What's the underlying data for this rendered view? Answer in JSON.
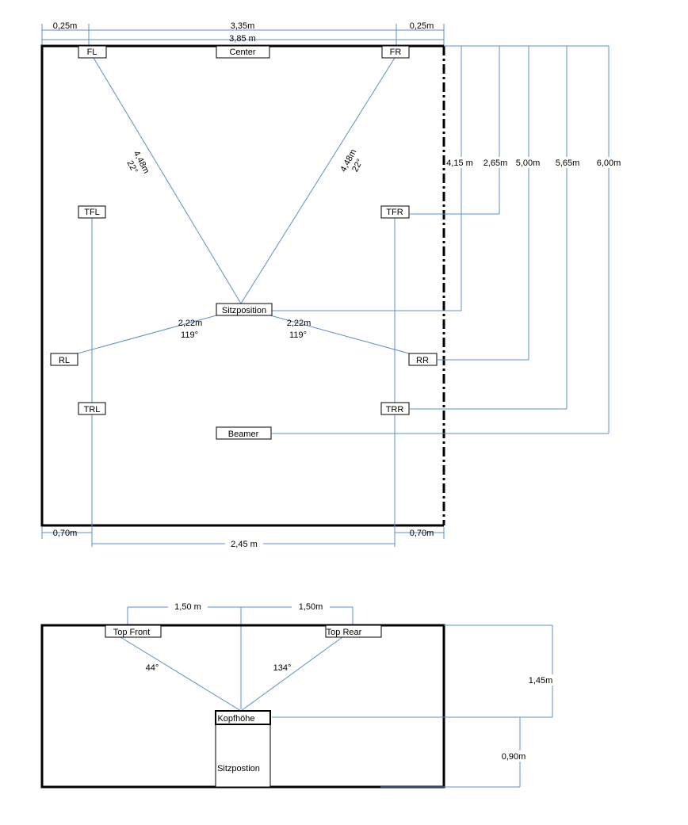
{
  "top_view": {
    "speakers": {
      "fl": "FL",
      "center": "Center",
      "fr": "FR",
      "tfl": "TFL",
      "tfr": "TFR",
      "sitzposition": "Sitzposition",
      "rl": "RL",
      "rr": "RR",
      "trl": "TRL",
      "trr": "TRR",
      "beamer": "Beamer"
    },
    "dimensions": {
      "left_offset": "0,25m",
      "inner_width": "3,35m",
      "right_offset": "0,25m",
      "total_width": "3,85 m",
      "front_dist_left": "4,48m",
      "front_angle_left": "22°",
      "front_dist_right": "4,48m",
      "front_angle_right": "22°",
      "rear_dist_left": "2,22m",
      "rear_angle_left": "119°",
      "rear_dist_right": "2,22m",
      "rear_angle_right": "119°",
      "depth_sitzposition": "4,15 m",
      "depth_tfr": "2,65m",
      "depth_rr": "5,00m",
      "depth_trr": "5,65m",
      "depth_beamer": "6,00m",
      "bottom_left_offset": "0,70m",
      "bottom_span": "2,45 m",
      "bottom_right_offset": "0,70m"
    }
  },
  "side_view": {
    "labels": {
      "top_front": "Top Front",
      "top_rear": "Top Rear",
      "kopfhoehe": "Kopfhöhe",
      "sitzposition": "Sitzpostion"
    },
    "dimensions": {
      "front_dist": "1,50 m",
      "rear_dist": "1,50m",
      "angle_front": "44°",
      "angle_rear": "134°",
      "height_top": "1,45m",
      "height_head": "0,90m"
    }
  }
}
